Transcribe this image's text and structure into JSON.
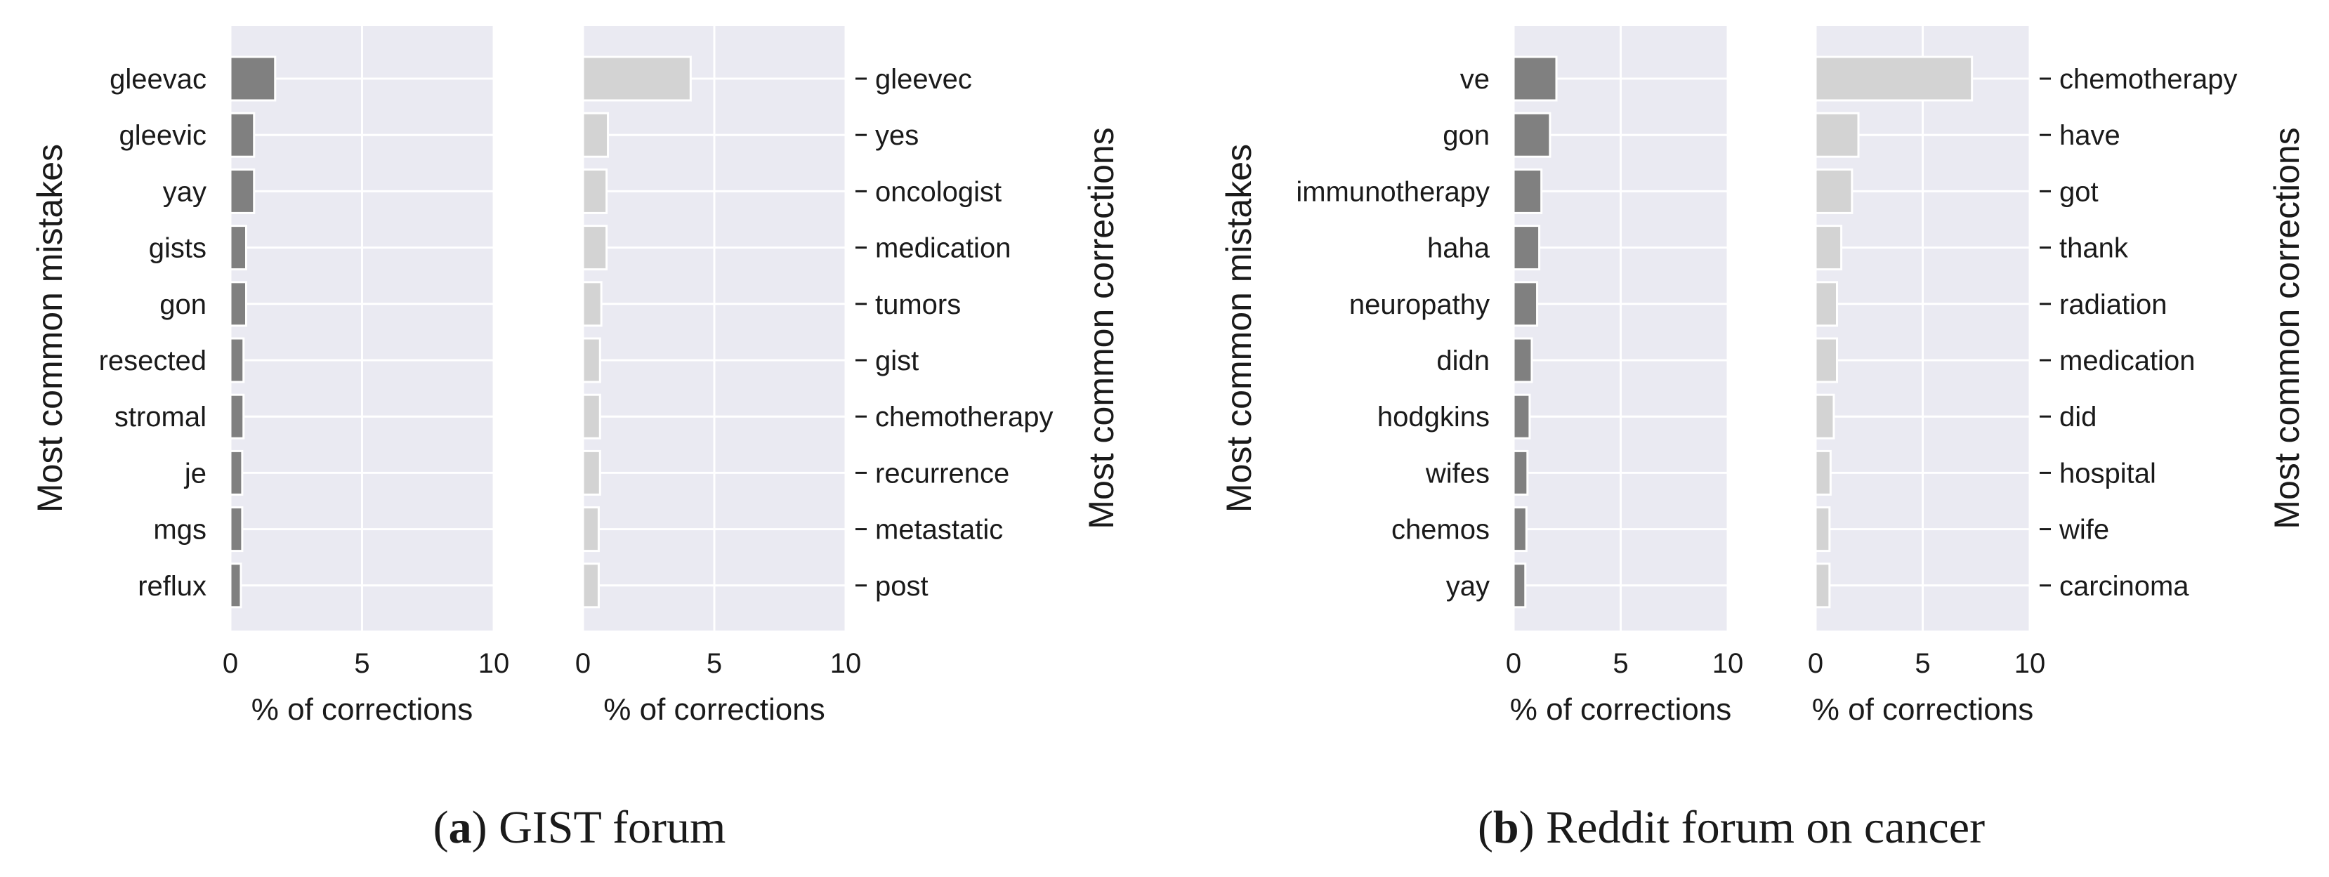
{
  "figure": {
    "captions": [
      {
        "letter": "a",
        "text": "GIST forum"
      },
      {
        "letter": "b",
        "text": "Reddit forum on cancer"
      }
    ]
  },
  "chart_data": [
    {
      "type": "bar",
      "orientation": "horizontal",
      "role": "mistakes",
      "categories": [
        "gleevac",
        "gleevic",
        "yay",
        "gists",
        "gon",
        "resected",
        "stromal",
        "je",
        "mgs",
        "reflux"
      ],
      "values": [
        1.7,
        0.9,
        0.9,
        0.6,
        0.6,
        0.5,
        0.5,
        0.45,
        0.45,
        0.4
      ],
      "xlabel": "% of corrections",
      "ylabel": "Most common mistakes",
      "xlim": [
        0,
        10
      ],
      "xticks": [
        0,
        5,
        10
      ],
      "grid": true,
      "bar_color": "#808080",
      "background": "#EAEAF2"
    },
    {
      "type": "bar",
      "orientation": "horizontal",
      "role": "corrections",
      "categories": [
        "gleevec",
        "yes",
        "oncologist",
        "medication",
        "tumors",
        "gist",
        "chemotherapy",
        "recurrence",
        "metastatic",
        "post"
      ],
      "values": [
        4.1,
        0.95,
        0.9,
        0.9,
        0.7,
        0.65,
        0.65,
        0.65,
        0.6,
        0.6
      ],
      "xlabel": "% of corrections",
      "ylabel": "Most common corrections",
      "xlim": [
        0,
        10
      ],
      "xticks": [
        0,
        5,
        10
      ],
      "grid": true,
      "bar_color": "#D3D3D3",
      "background": "#EAEAF2"
    },
    {
      "type": "bar",
      "orientation": "horizontal",
      "role": "mistakes",
      "categories": [
        "ve",
        "gon",
        "immunotherapy",
        "haha",
        "neuropathy",
        "didn",
        "hodgkins",
        "wifes",
        "chemos",
        "yay"
      ],
      "values": [
        2.0,
        1.7,
        1.3,
        1.2,
        1.1,
        0.85,
        0.75,
        0.65,
        0.6,
        0.55
      ],
      "xlabel": "% of corrections",
      "ylabel": "Most common mistakes",
      "xlim": [
        0,
        10
      ],
      "xticks": [
        0,
        5,
        10
      ],
      "grid": true,
      "bar_color": "#808080",
      "background": "#EAEAF2"
    },
    {
      "type": "bar",
      "orientation": "horizontal",
      "role": "corrections",
      "categories": [
        "chemotherapy",
        "have",
        "got",
        "thank",
        "radiation",
        "medication",
        "did",
        "hospital",
        "wife",
        "carcinoma"
      ],
      "values": [
        7.3,
        2.0,
        1.7,
        1.2,
        1.0,
        1.0,
        0.85,
        0.7,
        0.65,
        0.65
      ],
      "xlabel": "% of corrections",
      "ylabel": "Most common corrections",
      "xlim": [
        0,
        10
      ],
      "xticks": [
        0,
        5,
        10
      ],
      "grid": true,
      "bar_color": "#D3D3D3",
      "background": "#EAEAF2"
    }
  ]
}
